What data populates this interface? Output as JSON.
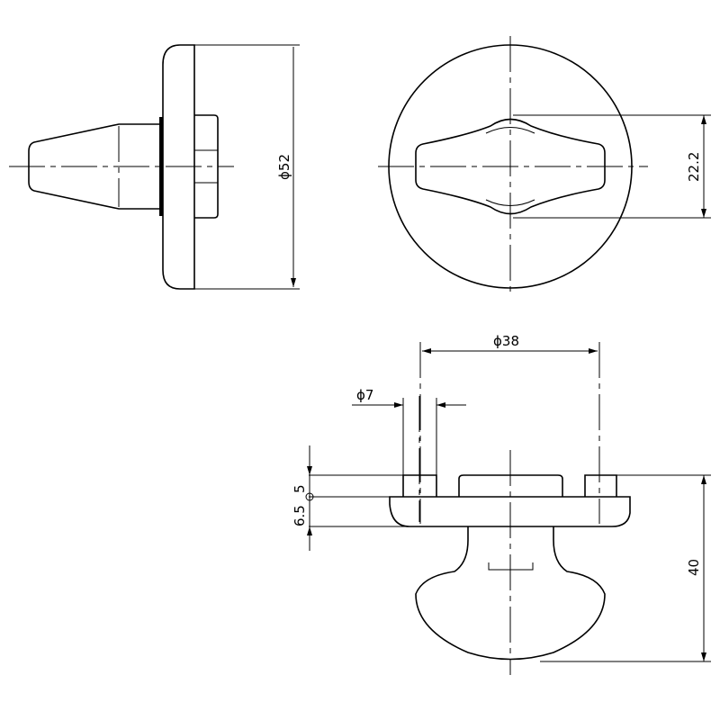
{
  "views": {
    "side": {
      "diameter_label": "ϕ52"
    },
    "front": {
      "handle_height_label": "22.2"
    },
    "bottom": {
      "diameter_label": "ϕ38",
      "hole_label": "ϕ7",
      "upper_thickness_label": "5",
      "plate_thickness_label": "6.5",
      "height_label": "40"
    }
  }
}
